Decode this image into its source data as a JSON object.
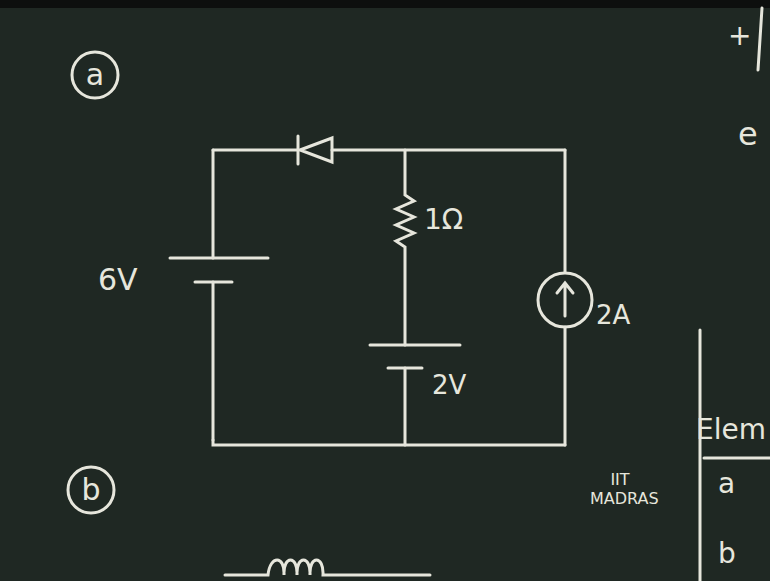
{
  "diagram": {
    "nodes": [
      {
        "text": [
          "a"
        ]
      },
      {
        "text": [
          "b"
        ]
      }
    ],
    "labels": [
      "+",
      "e",
      "6V",
      "1Ω",
      "2A",
      "2V",
      "Elem",
      "a",
      "IIT MADRAS",
      "b"
    ]
  }
}
